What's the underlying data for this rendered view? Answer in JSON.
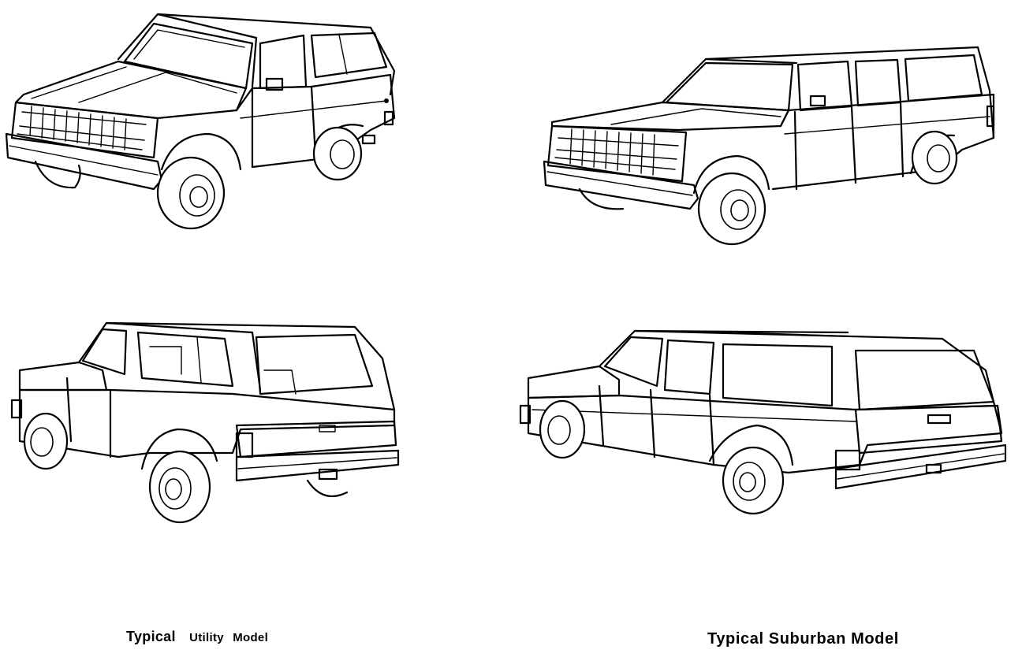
{
  "captions": {
    "utility": {
      "word1": "Typical",
      "word2": "Utility",
      "word3": "Model"
    },
    "suburban": "Typical Suburban Model"
  },
  "illustrations": [
    "utility-front-three-quarter",
    "suburban-front-three-quarter",
    "utility-rear-three-quarter",
    "suburban-rear-three-quarter"
  ]
}
